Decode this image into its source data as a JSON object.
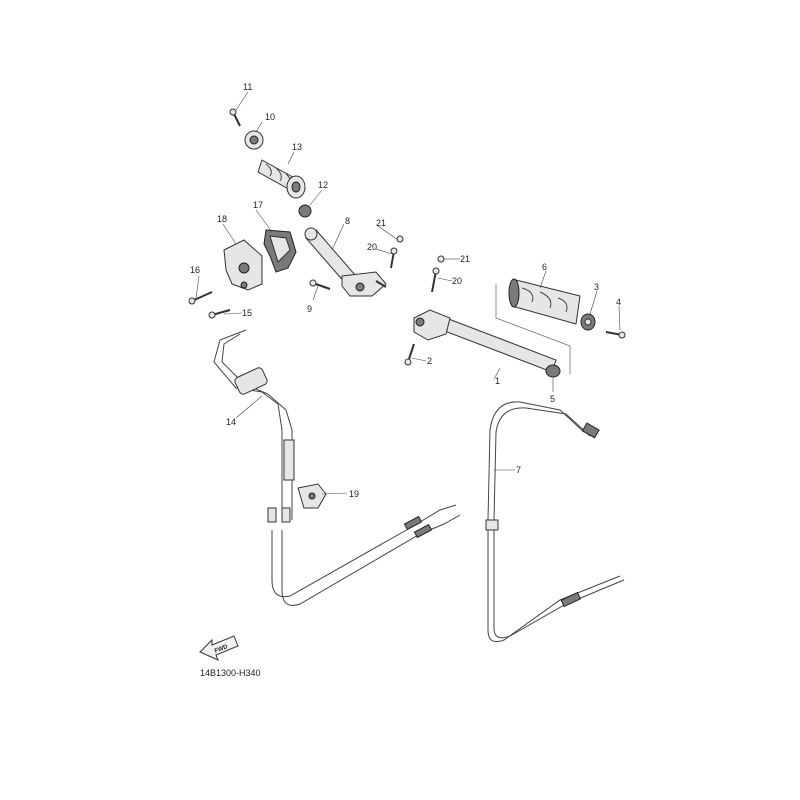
{
  "diagram": {
    "reference_code": "14B1300-H340",
    "direction_label": "FWD",
    "callouts": {
      "c1": "1",
      "c2": "2",
      "c3": "3",
      "c4": "4",
      "c5": "5",
      "c6": "6",
      "c7": "7",
      "c8": "8",
      "c9": "9",
      "c10": "10",
      "c11": "11",
      "c12": "12",
      "c13": "13",
      "c14": "14",
      "c15": "15",
      "c16": "16",
      "c17": "17",
      "c18": "18",
      "c19": "19",
      "c20a": "20",
      "c20b": "20",
      "c21a": "21",
      "c21b": "21"
    }
  }
}
